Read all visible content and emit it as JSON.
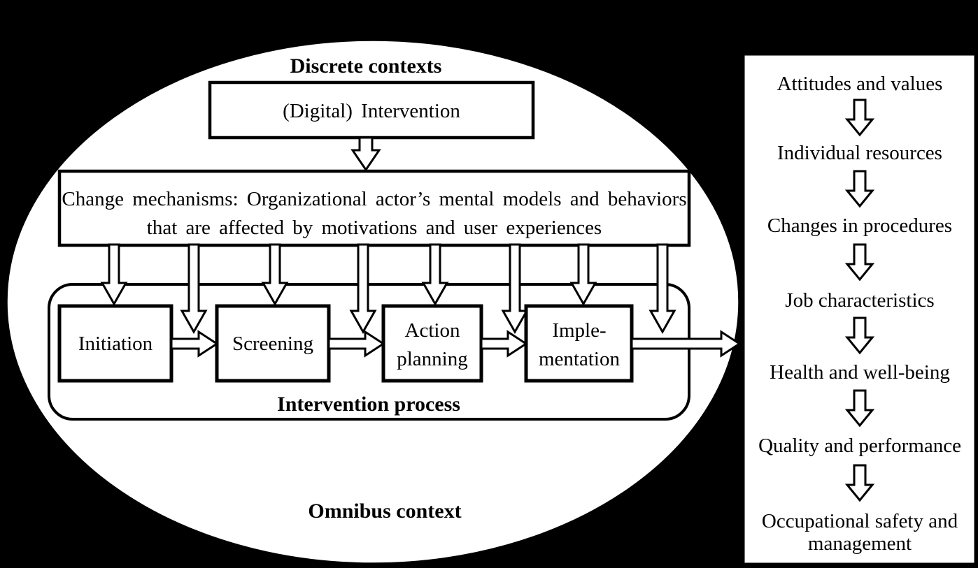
{
  "figure": {
    "background_color": "#000000",
    "shape_fill": "#ffffff",
    "line_color": "#000000"
  },
  "context_ellipse": {
    "top_label": "Discrete contexts",
    "bottom_label": "Omnibus context"
  },
  "intervention_box": {
    "label": "(Digital) Intervention"
  },
  "change_mechanisms_box": {
    "line1": "Change mechanisms: Organizational actor’s mental models and behaviors",
    "line2": "that are affected by motivations and user experiences"
  },
  "process_container": {
    "label": "Intervention process",
    "steps": [
      {
        "label": "Initiation"
      },
      {
        "label": "Screening"
      },
      {
        "line1": "Action",
        "line2": "planning"
      },
      {
        "line1": "Imple-",
        "line2": "mentation"
      }
    ]
  },
  "outcomes_panel": {
    "items": [
      {
        "line1": "Attitudes and values"
      },
      {
        "line1": "Individual resources"
      },
      {
        "line1": "Changes in procedures"
      },
      {
        "line1": "Job characteristics"
      },
      {
        "line1": "Health and well-being"
      },
      {
        "line1": "Quality and performance"
      },
      {
        "line1": "Occupational safety and",
        "line2": "management"
      }
    ]
  },
  "icons": {
    "down_arrow": "⇩",
    "right_arrow": "⇨"
  }
}
